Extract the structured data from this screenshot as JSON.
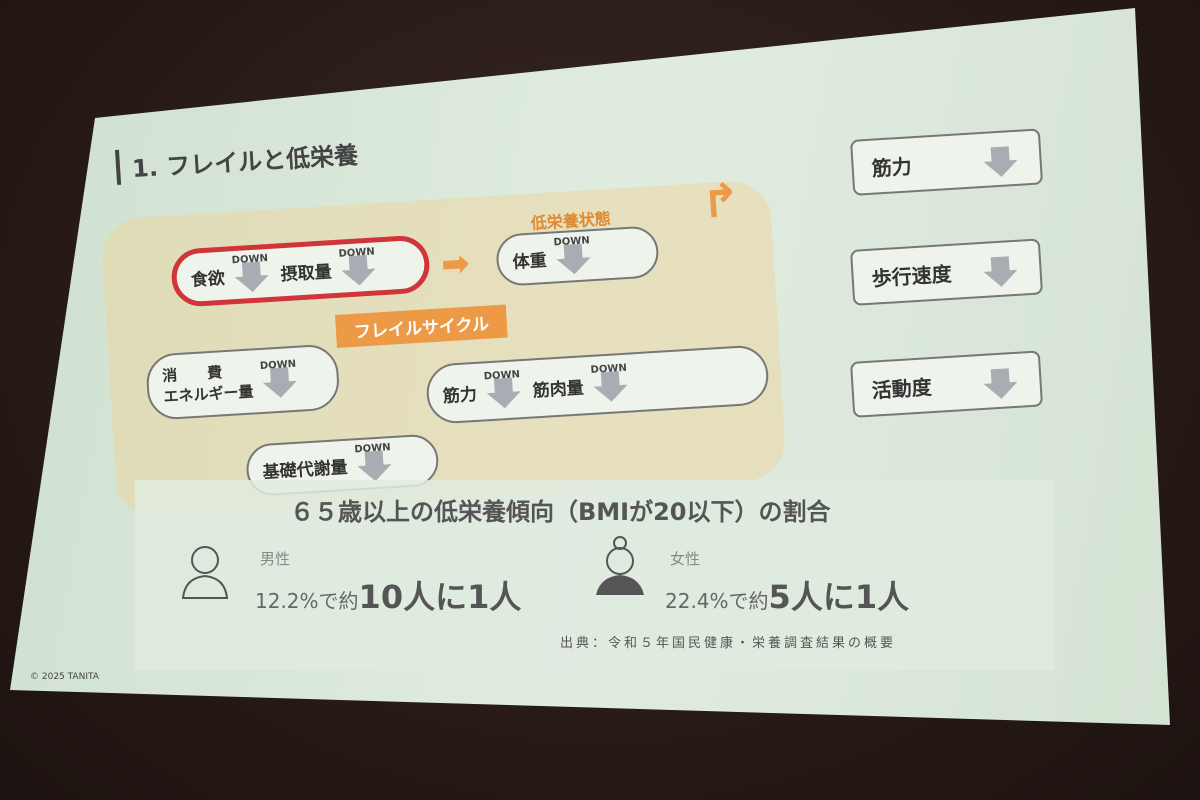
{
  "slide": {
    "title": "1. フレイルと低栄養",
    "cycle_label": "フレイルサイクル",
    "state_label": "低栄養状態",
    "down": "DOWN",
    "nodes": {
      "appetite": "食欲",
      "intake": "摂取量",
      "weight": "体重",
      "energy_1": "消　　費",
      "energy_2": "エネルギー量",
      "muscle_strength": "筋力",
      "muscle_mass": "筋肉量",
      "basal": "基礎代謝量"
    },
    "right_column": [
      "筋力",
      "歩行速度",
      "活動度"
    ],
    "overlay": {
      "heading": "６５歳以上の低栄養傾向（BMIが20以下）の割合",
      "male_label": "男性",
      "male_pct": "12.2%で約",
      "male_ratio": "10人に1人",
      "female_label": "女性",
      "female_pct": "22.4%で約",
      "female_ratio": "5人に1人",
      "source": "出典：令和５年国民健康・栄養調査結果の概要"
    },
    "copyright": "© 2025 TANITA",
    "colors": {
      "accent": "#ec9a45",
      "highlight": "#d0353a"
    }
  }
}
